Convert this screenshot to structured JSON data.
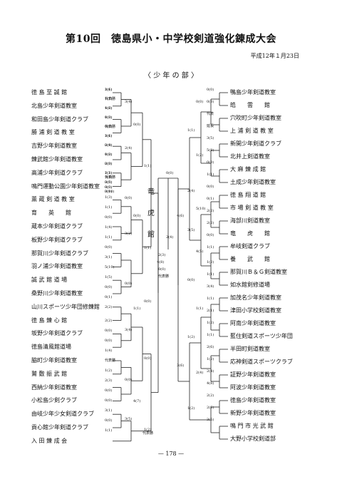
{
  "title": "第10回　徳島県小・中学校剣道強化錬成大会",
  "date": "平成12年１月23日",
  "section": "〈 少 年 の 部 〉",
  "page_number": "— 178 —",
  "winner": [
    "竜",
    "虎",
    "館"
  ],
  "left_teams": [
    "徳 島 至 誠 館",
    "北島少年剣道教室",
    "和田島少年剣道クラブ",
    "勝 浦 剣 道 教 室",
    "吉野少年剣道教室",
    "錬武館少年剣道教室",
    "高浦少年剣道クラブ",
    "鳴門運動公園少年剣道教室",
    "薫 蔵 剣 道 教 室",
    "育　　英　　館",
    "蔵本少年剣道クラブ",
    "板野少年剣道クラブ",
    "那賀川少年剣道クラブ",
    "羽ノ浦少年剣道教室",
    "誠 武 館 道 場",
    "桑野川少年剣道教室",
    "山川スポーツ少年団修錬館",
    "徳 島 錬 心 館",
    "坂野少年剣道クラブ",
    "徳島清風館道場",
    "脇町少年剣道教室",
    "鷲 敷 振 武 館",
    "西納少年剣道教室",
    "小松島少剣クラブ",
    "由岐少年少女剣道クラブ",
    "貢心館少年剣道クラブ",
    "入 田 錬 成 会"
  ],
  "right_teams": [
    "鴨島少年剣道教室",
    "皓　　雲　　館",
    "穴吹町少年剣道教室",
    "上 浦 剣 道 教 室",
    "新開少年剣道クラブ",
    "北井上剣道教室",
    "大 麻 錬 成 館",
    "土成少年剣道教室",
    "徳 島 翔 道 館",
    "市 場 剣 道 教 室",
    "海部川剣道教室",
    "竜　　虎　　館",
    "牟岐剣道クラブ",
    "養　　武　　館",
    "那賀川Ｂ＆Ｇ剣道教室",
    "如水館剣修道場",
    "加茂名少年剣道教室",
    "津田小学校剣道教室",
    "阿南少年剣道教室",
    "藍住剣道スポーツ少年団",
    "半田町剣道教室",
    "応神剣道スポーツクラブ",
    "証野少年剣道教室",
    "阿波少年剣道教室",
    "徳島少年剣道教室",
    "新野少年剣道教室",
    "鳴 門 市 光 武 館",
    "大野小学校剣道部"
  ],
  "scores": [
    "3(6)",
    "1(1)",
    "4(6)",
    "0(0)",
    "0(0)",
    "1(1)",
    "2(4)",
    "0(0)",
    "0(0)",
    "2(3)",
    "0(0)",
    "3(10)",
    "代表勝",
    "0(0)",
    "1(3)",
    "1(1)",
    "0(0)",
    "1(4)",
    "1(1)",
    "0(0)",
    "3(1)",
    "5(10)",
    "1(5)",
    "0(0)",
    "0(1)",
    "2(2)",
    "2(2)",
    "0(0)",
    "0(0)",
    "1(4)",
    "代表勝",
    "1(2)",
    "2(3)",
    "0(0)",
    "0(0)",
    "3(1)",
    "0(0)",
    "1(1)",
    "3(4)",
    "2(4)",
    "0(0)",
    "0(0)",
    "3(2)",
    "0(0)",
    "0(0)",
    "3(4)",
    "1(1)",
    "0(0)",
    "3(5)",
    "4(7)",
    "1(1)",
    "1(1)",
    "0(0)",
    "0(0)",
    "1(2)",
    "代表勝",
    "2(3)",
    "4(8)",
    "0(0)",
    "代表勝",
    "0(0)",
    "0(0)",
    "代表",
    "延長",
    "3(5)",
    "5(8)",
    "0(0)",
    "1(1)",
    "0(0)",
    "0(1)",
    "2(2)",
    "2(2)",
    "0(0)",
    "1(1)",
    "1(2)",
    "1(1)",
    "3(4)",
    "1(1)",
    "2(1)",
    "1(2)",
    "1(1)",
    "2(6)",
    "1(2)",
    "2(4)",
    "4(8)",
    "2(2)",
    "2(6)",
    "3(5)",
    "0(0)",
    "1(1)",
    "1(2)",
    "2(4)",
    "5(10)",
    "3(5)",
    "4(5)",
    "0(0)",
    "1(1)",
    "1(2)",
    "2(4)",
    "1(2)",
    "4(6)",
    "3(6)",
    "0(0)",
    "2(4)",
    "1(1)",
    "代表勝",
    "1(2)",
    "1(3)",
    "代表勝",
    "3(6)",
    "0(0)",
    "1(2)",
    "2(3)",
    "1(1)",
    "3(5)",
    "0(0)",
    "3(4)",
    "0(0)"
  ]
}
